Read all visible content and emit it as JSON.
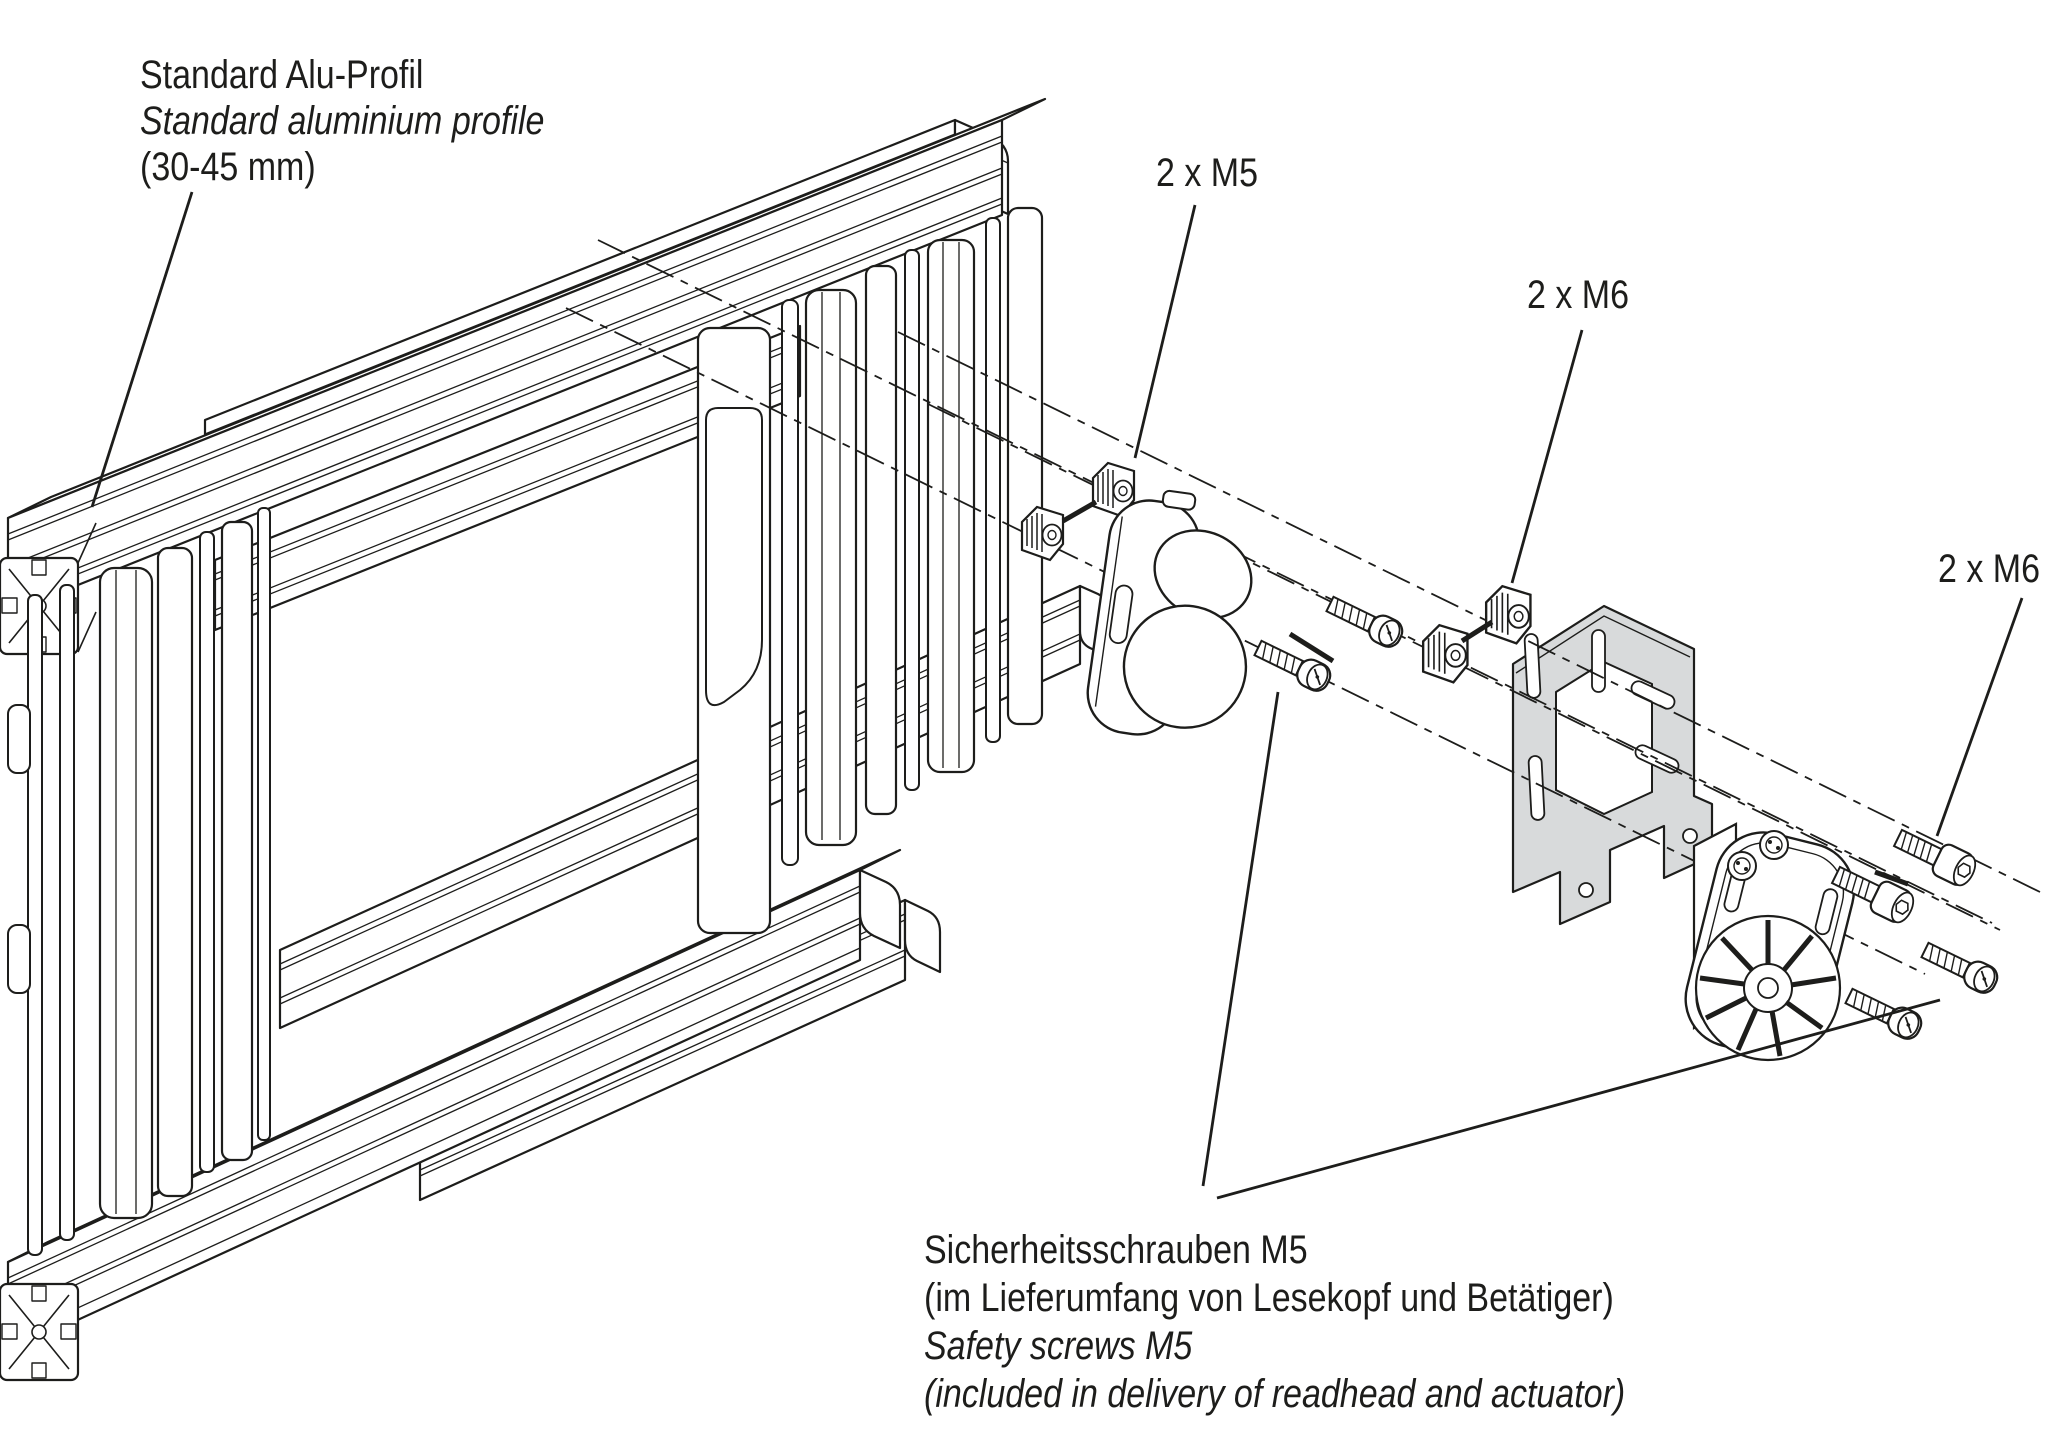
{
  "colors": {
    "background": "#ffffff",
    "line": "#1d1d1b",
    "bracket_fill": "#d8dadb"
  },
  "labels": {
    "profile": {
      "de": "Standard Alu-Profil",
      "en": "Standard aluminium profile",
      "size": "(30-45 mm)"
    },
    "m5_nuts": "2 x M5",
    "m6_nuts": "2 x M6",
    "m6_screws": "2 x M6",
    "safety_screws": {
      "de": "Sicherheitsschrauben M5",
      "de_note": "(im Lieferumfang von Lesekopf und Betätiger)",
      "en": "Safety screws M5",
      "en_note": "(included in delivery of readhead and actuator)"
    }
  },
  "parts": {
    "frame": "aluminium-profile-frame",
    "slot_nuts": "slot-nut-icons",
    "readhead": "readhead-icon",
    "bracket": "mounting-bracket-icon",
    "actuator": "actuator-icon",
    "safety_screws": "pan-head-safety-screw-icons",
    "socket_screws": "socket-head-screw-icons"
  }
}
